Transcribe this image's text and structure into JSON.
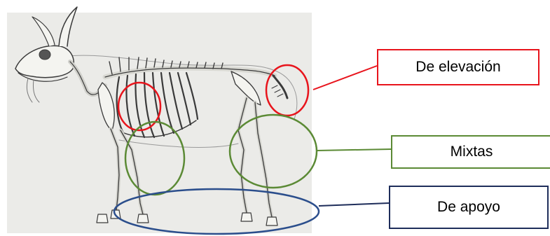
{
  "colors": {
    "red": "#e8141c",
    "green": "#5b8a35",
    "blue": "#2b4e8c",
    "navy": "#1e2d5a",
    "bone": "#f2f2ee",
    "bone_outline": "#3a3a3a",
    "paper": "#e9e9e6"
  },
  "labels": {
    "elevacion": "De elevación",
    "mixtas": "Mixtas",
    "apoyo": "De apoyo"
  },
  "figure": {
    "subject": "goat skeleton engraving",
    "markers": [
      "red-circle-spine",
      "red-circle-tail",
      "green-circle-front-leg",
      "green-circle-hind-leg",
      "blue-ellipse-hooves"
    ]
  }
}
